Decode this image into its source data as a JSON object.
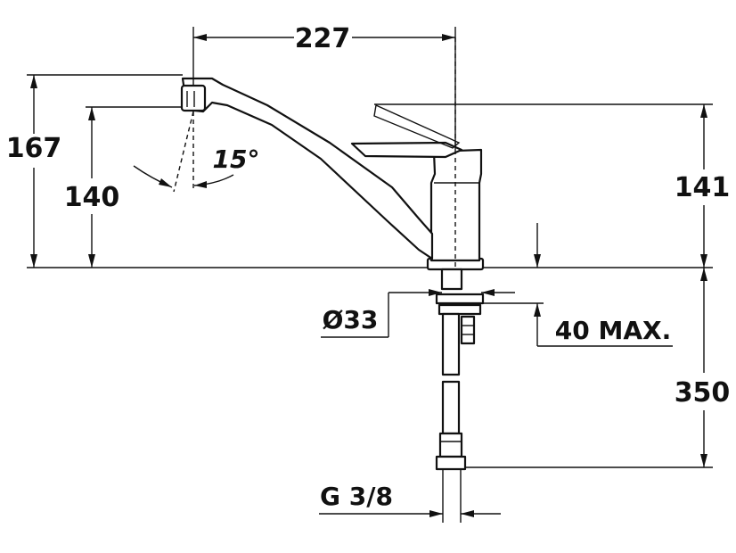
{
  "dimensions": {
    "spout_reach": "227",
    "total_height": "167",
    "outlet_height": "140",
    "swivel_angle": "15°",
    "lever_height": "141",
    "mounting_hole": "Ø33",
    "max_counter_thickness": "40 MAX.",
    "supply_hose_length": "350",
    "connection_thread": "G 3/8"
  },
  "colors": {
    "line": "#111111",
    "background": "#ffffff"
  }
}
